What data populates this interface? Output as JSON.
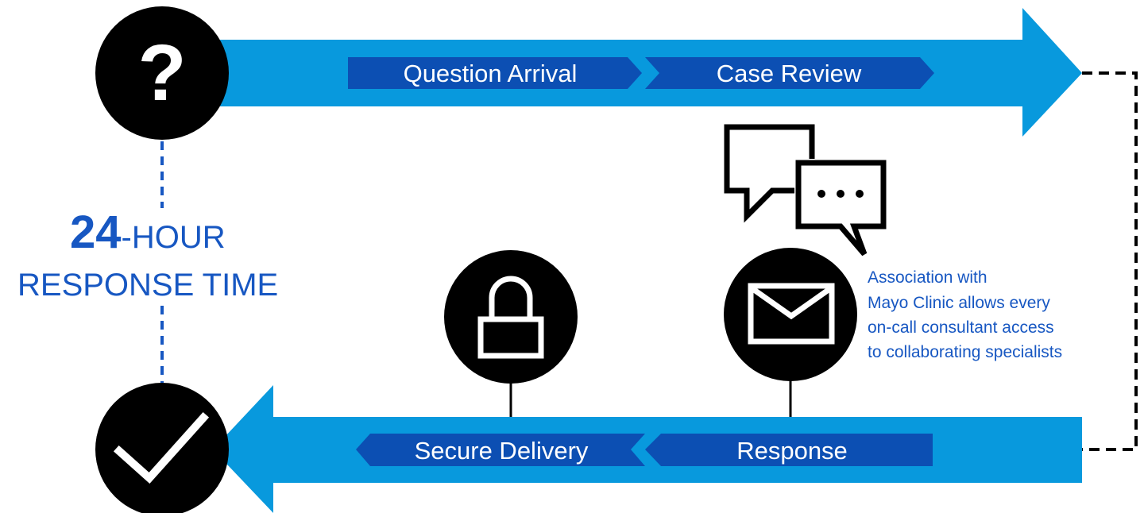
{
  "colors": {
    "arrow_light": "#0899dd",
    "chevron_dark": "#0c4fb3",
    "accent_blue": "#1757c2",
    "icon_black": "#000000",
    "label_white": "#ffffff"
  },
  "top_flow": {
    "steps": [
      {
        "label": "Question Arrival"
      },
      {
        "label": "Case Review"
      }
    ],
    "start_icon": "question-mark-icon"
  },
  "bottom_flow": {
    "steps": [
      {
        "label": "Secure Delivery"
      },
      {
        "label": "Response"
      }
    ],
    "end_icon": "checkmark-icon"
  },
  "response_time": {
    "number": "24",
    "suffix": "-HOUR",
    "line2": "RESPONSE TIME"
  },
  "icons": {
    "lock": "lock-icon",
    "envelope": "envelope-icon",
    "chat": "chat-bubbles-icon"
  },
  "note": {
    "lines": [
      "Association with",
      "Mayo Clinic allows every",
      "on-call consultant access",
      "to collaborating specialists"
    ]
  }
}
